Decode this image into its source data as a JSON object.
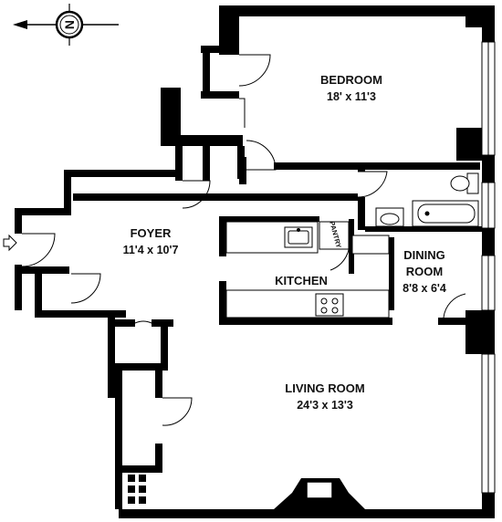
{
  "compass": {
    "letter": "N"
  },
  "rooms": {
    "bedroom": {
      "name": "BEDROOM",
      "dims": "18' x 11'3"
    },
    "foyer": {
      "name": "FOYER",
      "dims": "11'4 x 10'7"
    },
    "kitchen": {
      "name": "KITCHEN"
    },
    "pantry": {
      "name": "PANTRY"
    },
    "dining": {
      "name_line1": "DINING",
      "name_line2": "ROOM",
      "dims": "8'8 x 6'4"
    },
    "living_room": {
      "name": "LIVING ROOM",
      "dims": "24'3 x 13'3"
    }
  },
  "colors": {
    "wall": "#000000",
    "fixture": "#333333",
    "background": "#ffffff"
  }
}
